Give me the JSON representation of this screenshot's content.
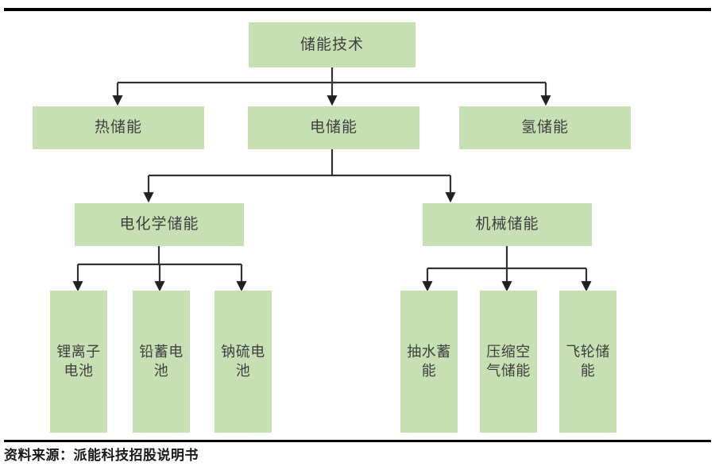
{
  "figure": {
    "colors": {
      "node_fill": "#c6dfb3",
      "edge_stroke": "#333333",
      "rule": "#000000",
      "text": "#404040"
    },
    "top_rule": true,
    "bottom_rule": true
  },
  "nodes": {
    "root": {
      "label": "储能技术"
    },
    "level2": [
      {
        "id": "thermal",
        "label": "热储能"
      },
      {
        "id": "electric",
        "label": "电储能"
      },
      {
        "id": "hydrogen",
        "label": "氢储能"
      }
    ],
    "level3": [
      {
        "id": "electrochemical",
        "label": "电化学储能"
      },
      {
        "id": "mechanical",
        "label": "机械储能"
      }
    ],
    "level4_left": [
      {
        "id": "lithium-ion",
        "label": "锂离子电池"
      },
      {
        "id": "lead-acid",
        "label": "铅蓄电池"
      },
      {
        "id": "sodium-sulfur",
        "label": "钠硫电池"
      }
    ],
    "level4_right": [
      {
        "id": "pumped-hydro",
        "label": "抽水蓄能"
      },
      {
        "id": "compressed-air",
        "label": "压缩空气储能"
      },
      {
        "id": "flywheel",
        "label": "飞轮储能"
      }
    ]
  },
  "footer": {
    "source": "资料来源：派能科技招股说明书"
  }
}
